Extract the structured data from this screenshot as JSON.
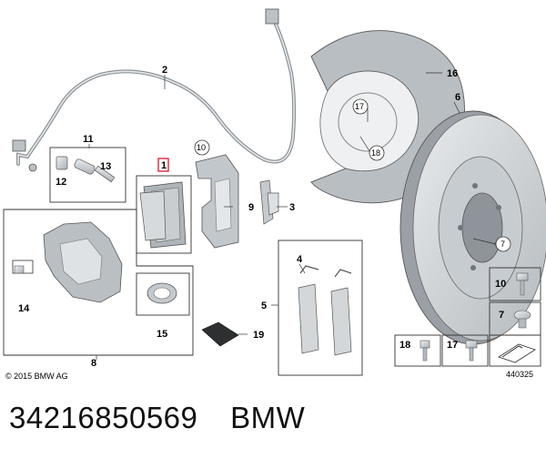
{
  "callouts": {
    "n1": "1",
    "n2": "2",
    "n3": "3",
    "n4": "4",
    "n5": "5",
    "n6": "6",
    "n7": "7",
    "n8": "8",
    "n9": "9",
    "n10": "10",
    "n11": "11",
    "n12": "12",
    "n13": "13",
    "n14": "14",
    "n15": "15",
    "n16": "16",
    "n17": "17",
    "n18": "18",
    "n19": "19"
  },
  "copyright": "© 2015 BMW AG",
  "diagram_id": "440325",
  "caption": {
    "part_number": "34216850569",
    "brand": "BMW"
  },
  "colors": {
    "highlight": "#e0001a",
    "part_fill": "#d4d8db",
    "part_dark": "#9aa0a5",
    "frame": "#333333"
  }
}
